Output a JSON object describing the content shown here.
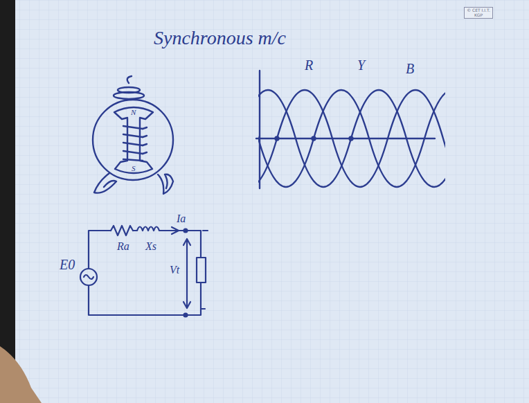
{
  "diagram": {
    "title": "Synchronous m/c",
    "nodes": [
      {
        "text": [
          "© CET I.I.T. KGP"
        ]
      }
    ],
    "labels": [
      "N",
      "S",
      "R",
      "Y",
      "B",
      "E0",
      "Ra",
      "Xs",
      "Ia",
      "Vt"
    ]
  }
}
